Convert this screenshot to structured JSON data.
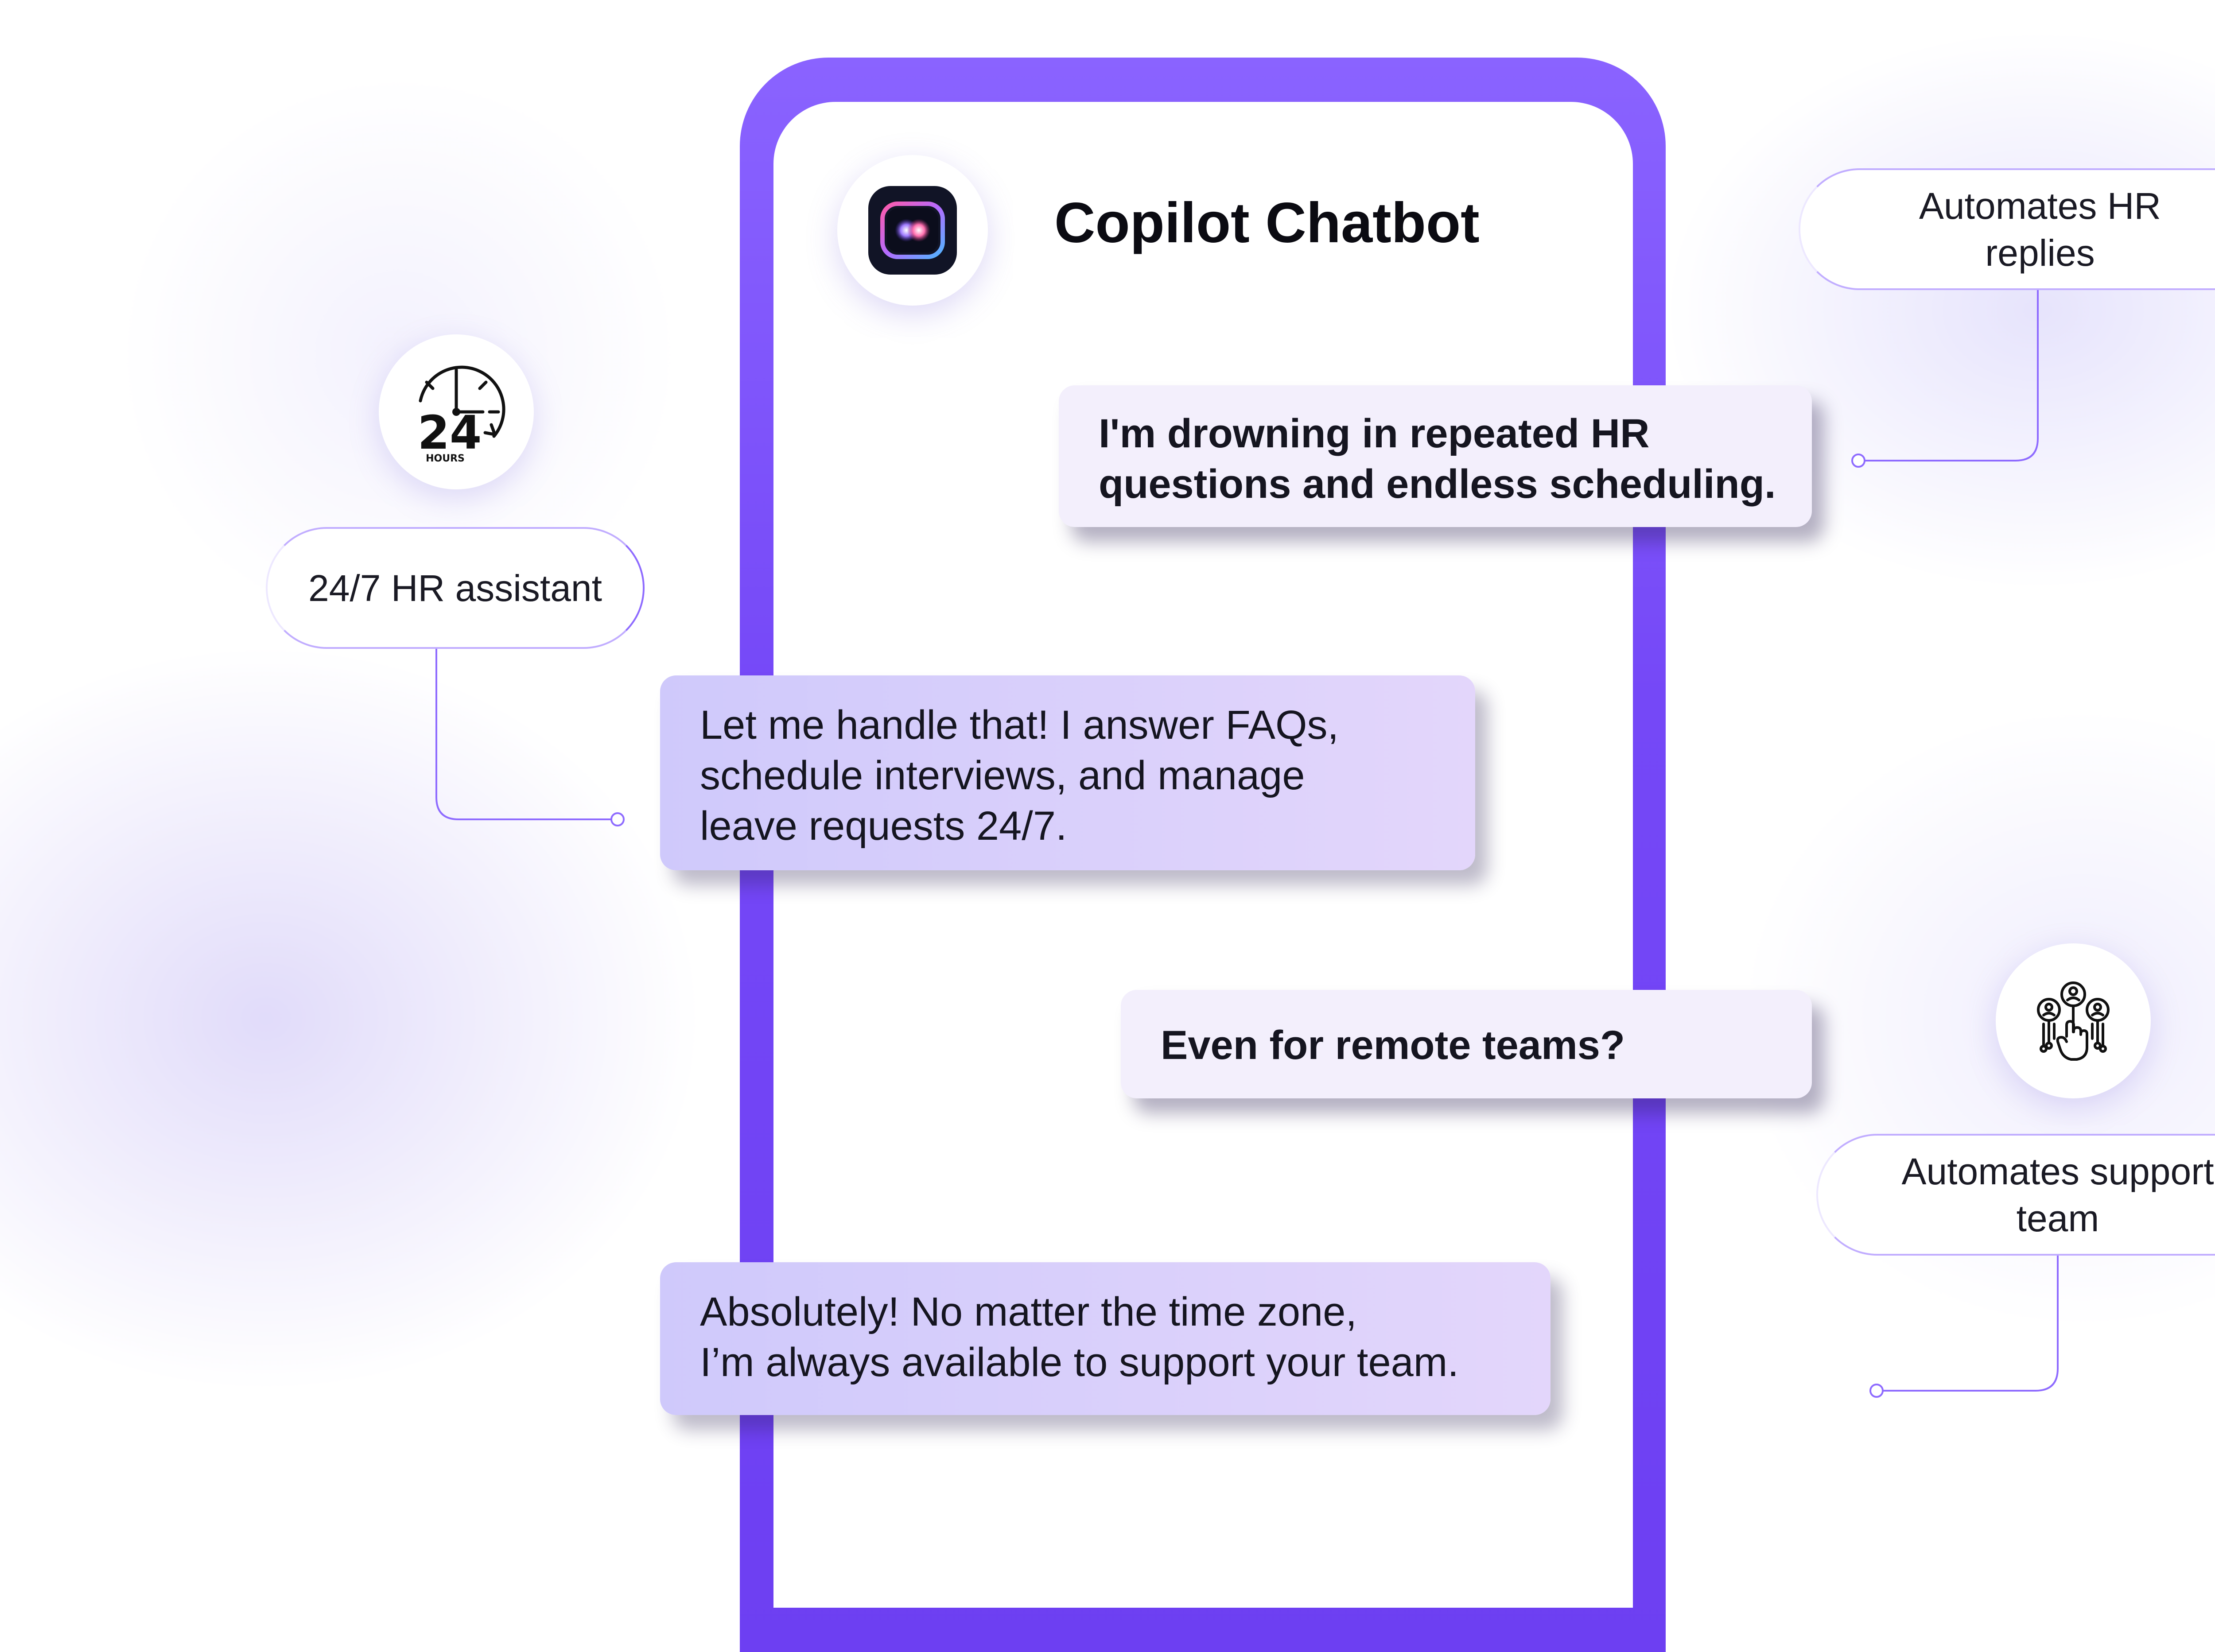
{
  "header": {
    "title": "Copilot Chatbot",
    "logo_icon": "copilot-logo-icon"
  },
  "messages": [
    {
      "role": "user",
      "text": "I'm drowning in repeated HR\nquestions and endless scheduling."
    },
    {
      "role": "bot",
      "text": "Let me handle that! I answer FAQs,\nschedule interviews, and manage\nleave requests 24/7."
    },
    {
      "role": "user",
      "text": "Even for remote teams?"
    },
    {
      "role": "bot",
      "text": "Absolutely! No matter the time zone,\nI’m always available to support your team."
    }
  ],
  "features": [
    {
      "label": "Automates HR\nreplies"
    },
    {
      "label": "24/7 HR assistant",
      "icon": "24-hours-clock-icon",
      "icon_text": "24",
      "icon_subtext": "HOURS"
    },
    {
      "label": "Automates support\nteam",
      "icon": "team-hand-network-icon"
    }
  ],
  "colors": {
    "accent": "#7548f7",
    "user_bubble": "#f3effc",
    "bot_bubble_start": "#cfc9fb",
    "bot_bubble_end": "#e3d6fb",
    "connector": "#8e6bff"
  }
}
